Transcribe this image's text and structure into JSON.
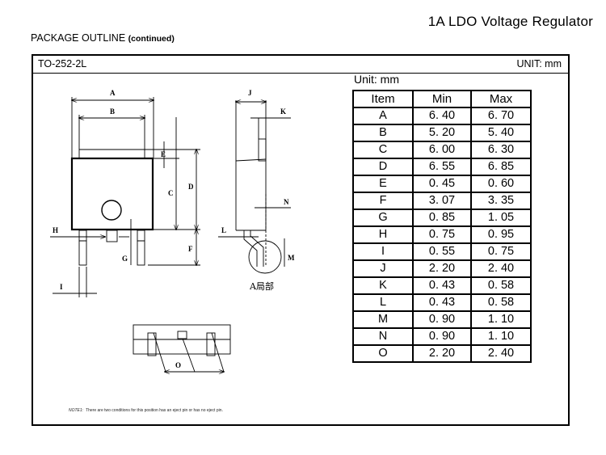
{
  "header": {
    "doc_title": "1A LDO Voltage Regulator",
    "section_title": "PACKAGE  OUTLINE",
    "section_subtitle": "(continued)"
  },
  "frame": {
    "package_name": "TO-252-2L",
    "unit_label": "UNIT: mm"
  },
  "drawing": {
    "labels": {
      "A": "A",
      "B": "B",
      "C": "C",
      "D": "D",
      "E": "E",
      "F": "F",
      "G": "G",
      "H": "H",
      "I": "I",
      "J": "J",
      "K": "K",
      "L": "L",
      "M": "M",
      "N": "N",
      "O": "O"
    },
    "detail_label": "A局部"
  },
  "dimension_table": {
    "unit": "Unit: mm",
    "headers": [
      "Item",
      "Min",
      "Max"
    ],
    "rows": [
      {
        "item": "A",
        "min": "6. 40",
        "max": "6. 70"
      },
      {
        "item": "B",
        "min": "5. 20",
        "max": "5. 40"
      },
      {
        "item": "C",
        "min": "6. 00",
        "max": "6. 30"
      },
      {
        "item": "D",
        "min": "6. 55",
        "max": "6. 85"
      },
      {
        "item": "E",
        "min": "0. 45",
        "max": "0. 60"
      },
      {
        "item": "F",
        "min": "3. 07",
        "max": "3. 35"
      },
      {
        "item": "G",
        "min": "0. 85",
        "max": "1. 05"
      },
      {
        "item": "H",
        "min": "0. 75",
        "max": "0. 95"
      },
      {
        "item": "I",
        "min": "0. 55",
        "max": "0. 75"
      },
      {
        "item": "J",
        "min": "2. 20",
        "max": "2. 40"
      },
      {
        "item": "K",
        "min": "0. 43",
        "max": "0. 58"
      },
      {
        "item": "L",
        "min": "0. 43",
        "max": "0. 58"
      },
      {
        "item": "M",
        "min": "0. 90",
        "max": "1. 10"
      },
      {
        "item": "N",
        "min": "0. 90",
        "max": "1. 10"
      },
      {
        "item": "O",
        "min": "2. 20",
        "max": "2. 40"
      }
    ]
  },
  "note": {
    "tag": "NOTE1:",
    "text": "There are two conditions for this position has an eject pin or has no eject pin."
  }
}
